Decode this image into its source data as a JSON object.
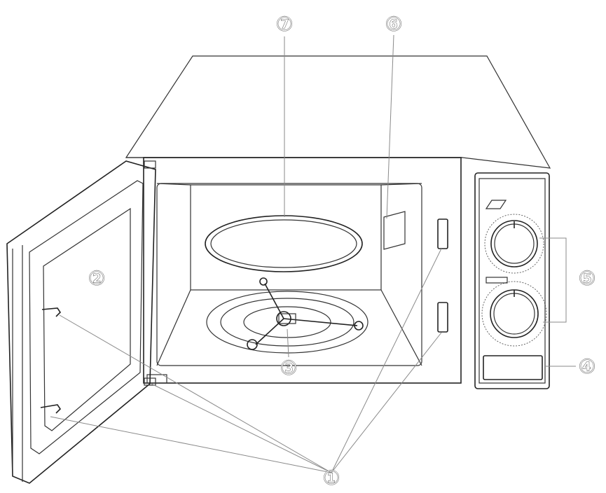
{
  "callouts": [
    {
      "id": "1",
      "label": "①"
    },
    {
      "id": "2",
      "label": "②"
    },
    {
      "id": "3",
      "label": "③"
    },
    {
      "id": "4",
      "label": "④"
    },
    {
      "id": "5",
      "label": "⑤"
    },
    {
      "id": "6",
      "label": "⑥"
    },
    {
      "id": "7",
      "label": "⑦"
    }
  ],
  "colors": {
    "line": "#222222",
    "leader": "#8a8a8a",
    "background": "#ffffff"
  }
}
